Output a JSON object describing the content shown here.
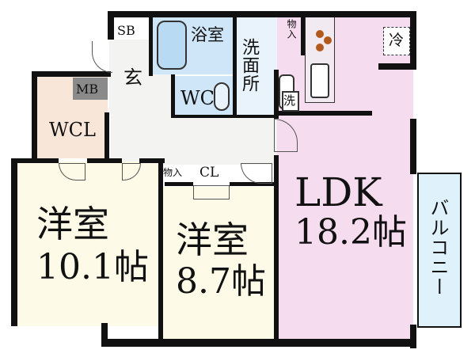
{
  "rooms": {
    "sb": "SB",
    "entrance": "玄",
    "bath": "浴室",
    "washroom": "洗面所",
    "storage_top": "物入",
    "fridge": "冷",
    "mb": "MB",
    "wc": "WC",
    "washer": "洗",
    "wcl": "WCL",
    "storage_mid": "物入",
    "closet": "CL",
    "ldk_name": "LDK",
    "ldk_size": "18.2帖",
    "west_name": "洋室",
    "west_size": "10.1帖",
    "center_name": "洋室",
    "center_size": "8.7帖",
    "balcony": "バルコニー"
  },
  "colors": {
    "wall": "#111111",
    "ldk_fill": "#f6dcef",
    "bedroom_fill": "#fdfbe8",
    "wcl_fill": "#f8e6d8",
    "wet_fill": "#cfe6f8",
    "hall_fill": "#f3f3f1",
    "mb_fill": "#8a8a8a",
    "balcony_fill": "#dff2fb"
  }
}
